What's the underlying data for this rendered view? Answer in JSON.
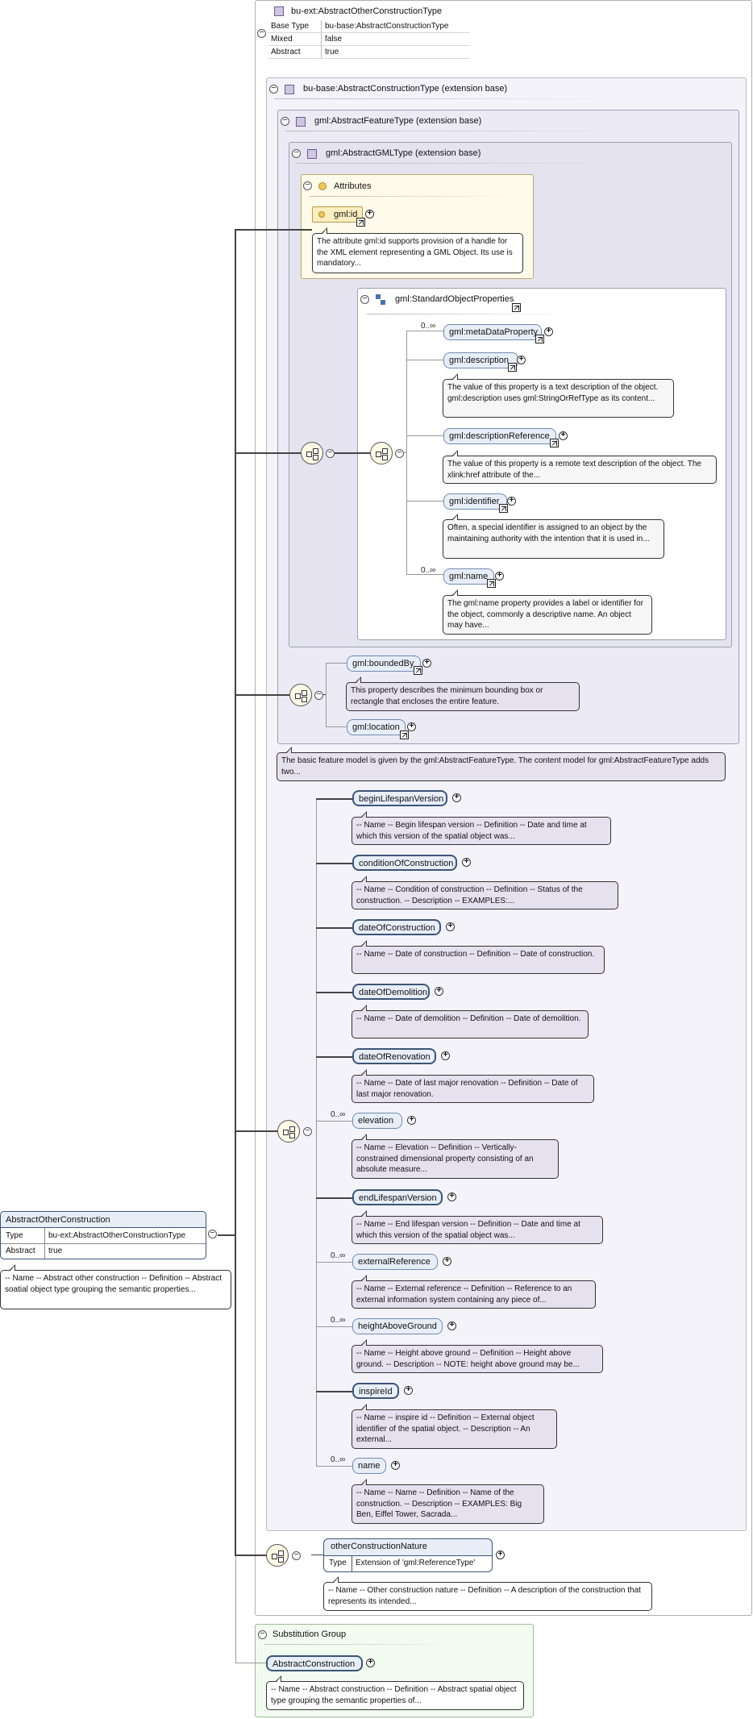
{
  "root_type": {
    "name": "bu-ext:AbstractOtherConstructionType",
    "props": [
      {
        "k": "Base Type",
        "v": "bu-base:AbstractConstructionType"
      },
      {
        "k": "Mixed",
        "v": "false"
      },
      {
        "k": "Abstract",
        "v": "true"
      }
    ]
  },
  "ext1": {
    "title": "bu-base:AbstractConstructionType (extension base)"
  },
  "ext2": {
    "title": "gml:AbstractFeatureType (extension base)"
  },
  "ext3": {
    "title": "gml:AbstractGMLType (extension base)"
  },
  "attributes": {
    "title": "Attributes",
    "id_label": "gml:id",
    "id_doc": "The attribute gml:id supports provision of a handle for the XML element representing a GML Object. Its use is mandatory..."
  },
  "std_props": {
    "title": "gml:StandardObjectProperties",
    "items": [
      {
        "label": "gml:metaDataProperty",
        "occ": "0..∞",
        "doc": ""
      },
      {
        "label": "gml:description",
        "occ": "",
        "doc": "The value of this property is a text description of the object. gml:description uses gml:StringOrRefType as its content..."
      },
      {
        "label": "gml:descriptionReference",
        "occ": "",
        "doc": "The value of this property is a remote text description of the object. The xlink:href attribute of the..."
      },
      {
        "label": "gml:identifier",
        "occ": "",
        "doc": "Often, a special identifier is assigned to an object by the maintaining authority with the intention that it is used in..."
      },
      {
        "label": "gml:name",
        "occ": "0..∞",
        "doc": "The gml:name property provides a label or identifier for the object, commonly a descriptive name. An object may have..."
      }
    ]
  },
  "feature_seq": {
    "bounded_by": "gml:boundedBy",
    "bounded_doc": "This property describes the minimum bounding box or rectangle that encloses the entire feature.",
    "location": "gml:location"
  },
  "feature_doc": "The basic feature model is given by the gml:AbstractFeatureType. The content model for gml:AbstractFeatureType adds two...",
  "construction": [
    {
      "label": "beginLifespanVersion",
      "occ": "",
      "doc": "-- Name -- Begin lifespan version -- Definition -- Date and time at which this version of the spatial object was..."
    },
    {
      "label": "conditionOfConstruction",
      "occ": "",
      "doc": "-- Name -- Condition of construction -- Definition -- Status of the construction. -- Description -- EXAMPLES:..."
    },
    {
      "label": "dateOfConstruction",
      "occ": "",
      "doc": "-- Name -- Date of construction -- Definition -- Date of construction."
    },
    {
      "label": "dateOfDemolition",
      "occ": "",
      "doc": "-- Name -- Date of demolition -- Definition -- Date of demolition."
    },
    {
      "label": "dateOfRenovation",
      "occ": "",
      "doc": "-- Name -- Date of last major renovation -- Definition -- Date of last major renovation."
    },
    {
      "label": "elevation",
      "occ": "0..∞",
      "doc": "-- Name -- Elevation -- Definition -- Vertically-constrained dimensional property consisting of an absolute measure..."
    },
    {
      "label": "endLifespanVersion",
      "occ": "",
      "doc": "-- Name -- End lifespan version -- Definition -- Date and time at which this version of the spatial object was..."
    },
    {
      "label": "externalReference",
      "occ": "0..∞",
      "doc": "-- Name -- External reference -- Definition -- Reference to an external information system containing any piece of..."
    },
    {
      "label": "heightAboveGround",
      "occ": "0..∞",
      "doc": "-- Name -- Height above ground -- Definition -- Height above ground. -- Description -- NOTE: height above ground may be..."
    },
    {
      "label": "inspireId",
      "occ": "",
      "doc": "-- Name -- inspire id -- Definition -- External object identifier of the spatial object. -- Description -- An external..."
    },
    {
      "label": "name",
      "occ": "0..∞",
      "doc": "-- Name -- Name -- Definition -- Name of the construction. -- Description -- EXAMPLES: Big Ben, Eiffel Tower, Sacrada..."
    }
  ],
  "other_nature": {
    "label": "otherConstructionNature",
    "type_k": "Type",
    "type_v": "Extension of 'gml:ReferenceType'",
    "doc": "-- Name -- Other construction nature -- Definition -- A description of the construction that represents its intended..."
  },
  "root_element": {
    "label": "AbstractOtherConstruction",
    "props": [
      {
        "k": "Type",
        "v": "bu-ext:AbstractOtherConstructionType"
      },
      {
        "k": "Abstract",
        "v": "true"
      }
    ],
    "doc": "-- Name -- Abstract other construction -- Definition -- Abstract soatial object type grouping the semantic properties..."
  },
  "substitution": {
    "title": "Substitution Group",
    "label": "AbstractConstruction",
    "doc": "-- Name -- Abstract construction -- Definition -- Abstract spatial object type grouping the semantic properties of..."
  },
  "colors": {
    "element_fill": "#e8eef8",
    "doc_fill": "#e5e1ef",
    "attr_fill": "#fffbea",
    "subst_fill": "#f2fbf0"
  }
}
